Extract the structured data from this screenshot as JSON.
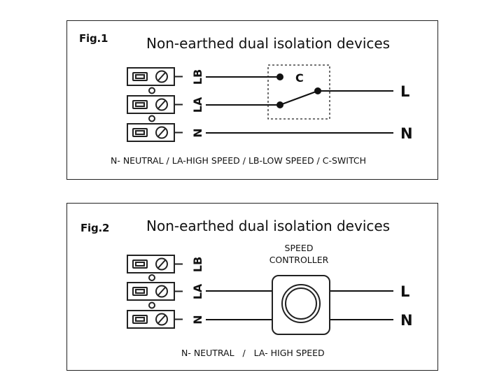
{
  "fig1": {
    "fig_label": "Fig.1",
    "title": "Non-earthed dual isolation devices",
    "terminals": [
      "LB",
      "LA",
      "N"
    ],
    "switch_label": "C",
    "line_labels": [
      "L",
      "N"
    ],
    "caption": "N- NEUTRAL / LA-HIGH SPEED / LB-LOW SPEED / C-SWITCH"
  },
  "fig2": {
    "fig_label": "Fig.2",
    "title": "Non-earthed dual isolation devices",
    "terminals": [
      "LB",
      "LA",
      "N"
    ],
    "controller_label_1": "SPEED",
    "controller_label_2": "CONTROLLER",
    "line_labels": [
      "L",
      "N"
    ],
    "caption": "N- NEUTRAL   /   LA- HIGH SPEED"
  },
  "icons": [
    "terminal-block-icon",
    "speed-controller-knob-icon",
    "switch-icon"
  ]
}
